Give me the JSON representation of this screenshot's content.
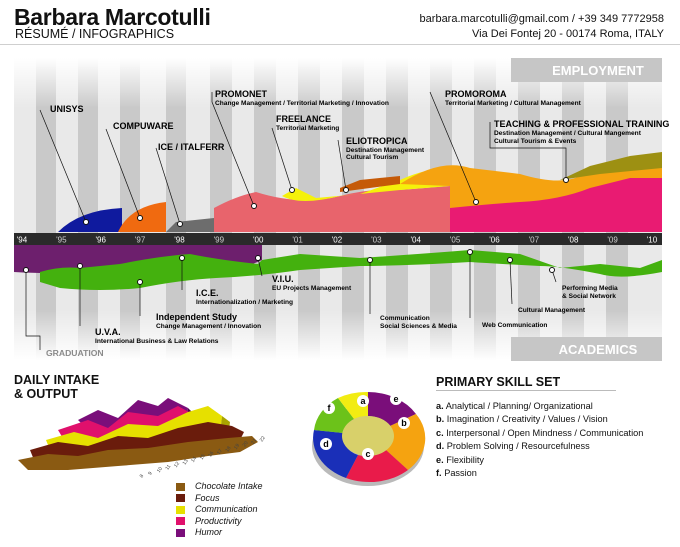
{
  "header": {
    "name": "Barbara Marcotulli",
    "subtitle": "RÉSUMÉ / INFOGRAPHICS",
    "contact_line1": "barbara.marcotulli@gmail.com  / +39 349 7772958",
    "contact_line2": "Via Dei Fontej 20 - 00174 Roma, ITALY"
  },
  "timeline": {
    "employment_label": "EMPLOYMENT",
    "academics_label": "ACADEMICS",
    "years": [
      "'94",
      "'95",
      "'96",
      "'97",
      "'98",
      "'99",
      "'00",
      "'01",
      "'02",
      "'03",
      "'04",
      "'05",
      "'06",
      "'07",
      "'08",
      "'09",
      "'10"
    ],
    "employment": [
      {
        "title": "UNISYS",
        "sub": ""
      },
      {
        "title": "COMPUWARE",
        "sub": ""
      },
      {
        "title": "ICE / ITALFERR",
        "sub": ""
      },
      {
        "title": "PROMONET",
        "sub": "Change Management / Territorial Marketing / Innovation"
      },
      {
        "title": "FREELANCE",
        "sub": "Territorial Marketing"
      },
      {
        "title": "ELIOTROPICA",
        "sub": "Destination Management",
        "sub2": "Cultural Tourism"
      },
      {
        "title": "PROMOROMA",
        "sub": "Territorial Marketing / Cultural Management"
      },
      {
        "title": "TEACHING & PROFESSIONAL TRAINING",
        "sub": "Destination Management / Cultural Mangement",
        "sub2": "Cultural Tourism & Events"
      }
    ],
    "academics": [
      {
        "title": "GRADUATION",
        "sub": ""
      },
      {
        "title": "U.V.A.",
        "sub": "International Business & Law Relations"
      },
      {
        "title": "Independent Study",
        "sub": "Change Management  /  Innovation"
      },
      {
        "title": "I.C.E.",
        "sub": "Internationalization / Marketing"
      },
      {
        "title": "V.I.U.",
        "sub": "EU Projects Management"
      },
      {
        "title": "Communication",
        "sub": "Social Sciences & Media"
      },
      {
        "title": "Web Communication",
        "sub": ""
      },
      {
        "title": "Cultural Management",
        "sub": ""
      },
      {
        "title": "Performing Media",
        "sub": "& Social Network"
      }
    ]
  },
  "intake": {
    "title_line1": "DAILY INTAKE",
    "title_line2": "& OUTPUT",
    "hours": [
      "8",
      "9",
      "10",
      "11",
      "12",
      "13",
      "14",
      "15",
      "16",
      "17",
      "18",
      "19",
      "20",
      "21",
      "22"
    ],
    "legend": [
      {
        "name": "Chocolate Intake",
        "color": "#8a5a12"
      },
      {
        "name": "Focus",
        "color": "#6a1c0c"
      },
      {
        "name": "Communication",
        "color": "#e6e000"
      },
      {
        "name": "Productivity",
        "color": "#e0106c"
      },
      {
        "name": "Humor",
        "color": "#7a0e7a"
      }
    ]
  },
  "skills": {
    "title": "PRIMARY SKILL SET",
    "items": [
      {
        "key": "a.",
        "text": "Analytical / Planning/ Organizational"
      },
      {
        "key": "b.",
        "text": "Imagination / Creativity / Values / Vision"
      },
      {
        "key": "c.",
        "text": "Interpersonal / Open Mindness  /  Communication"
      },
      {
        "key": "d.",
        "text": "Problem Solving / Resourcefulness"
      },
      {
        "key": "e.",
        "text": "Flexibility"
      },
      {
        "key": "f.",
        "text": "Passion"
      }
    ],
    "donut_letters": [
      "a",
      "b",
      "c",
      "d",
      "e",
      "f"
    ]
  }
}
